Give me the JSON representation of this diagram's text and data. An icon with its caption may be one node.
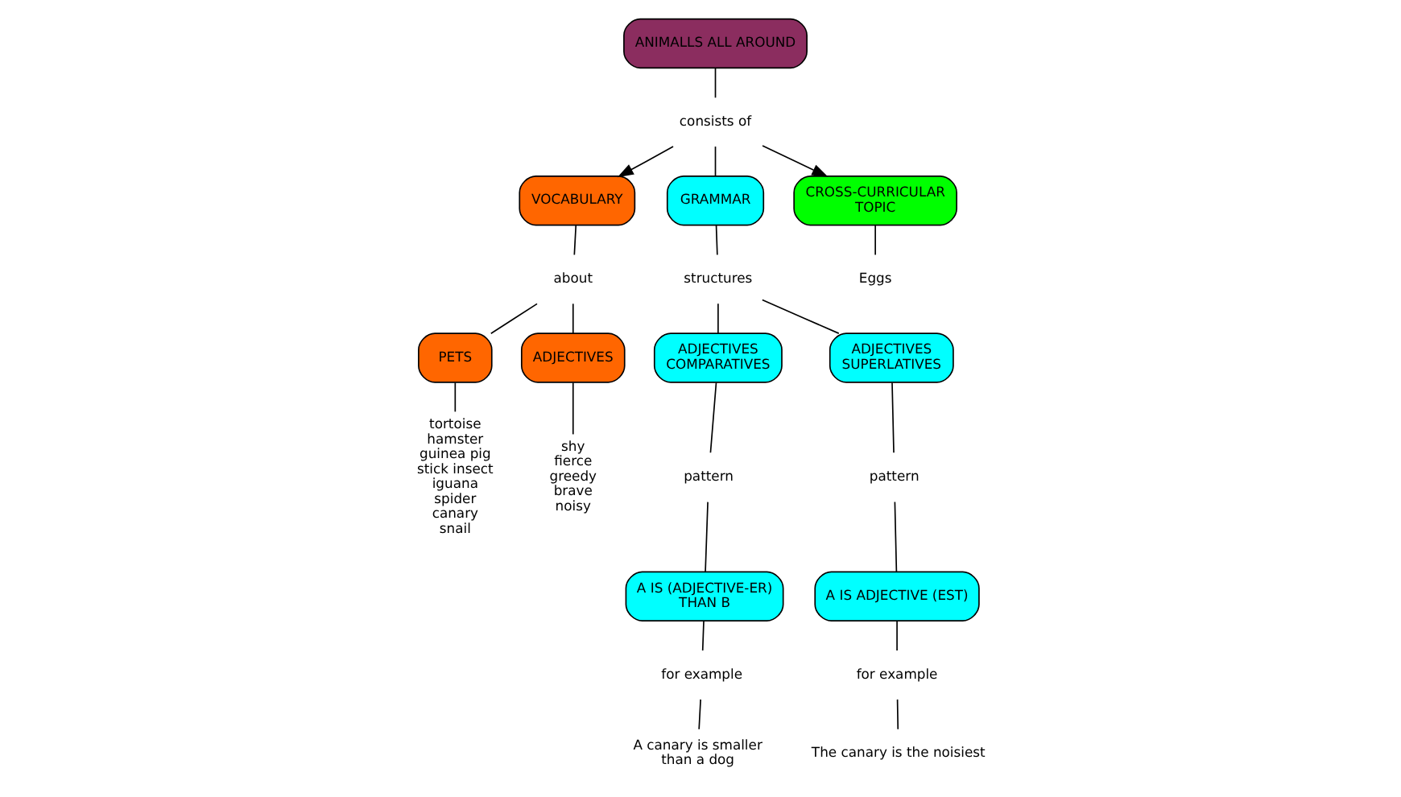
{
  "diagram": {
    "nodes": [
      {
        "text": [
          "ANIMALLS ALL AROUND"
        ]
      },
      {
        "text": [
          "consists of"
        ]
      },
      {
        "text": [
          "VOCABULARY"
        ]
      },
      {
        "text": [
          "GRAMMAR"
        ]
      },
      {
        "text": [
          "CROSS-CURRICULAR TOPIC"
        ]
      },
      {
        "text": [
          "about"
        ]
      },
      {
        "text": [
          "PETS"
        ]
      },
      {
        "text": [
          "ADJECTIVES"
        ]
      },
      {
        "text": [
          "tortoise hamster guinea pig stick insect iguana spider canary snail"
        ]
      },
      {
        "text": [
          "shy fierce greedy brave noisy"
        ]
      },
      {
        "text": [
          "structures"
        ]
      },
      {
        "text": [
          "ADJECTIVES COMPARATIVES"
        ]
      },
      {
        "text": [
          "ADJECTIVES SUPERLATIVES"
        ]
      },
      {
        "text": [
          "pattern"
        ]
      },
      {
        "text": [
          "pattern"
        ]
      },
      {
        "text": [
          "A IS (ADJECTIVE-ER) THAN B"
        ]
      },
      {
        "text": [
          "A IS ADJECTIVE (EST)"
        ]
      },
      {
        "text": [
          "for example"
        ]
      },
      {
        "text": [
          "for example"
        ]
      },
      {
        "text": [
          "A canary is smaller than a dog"
        ]
      },
      {
        "text": [
          "The canary is the noisiest"
        ]
      },
      {
        "text": [
          "Eggs"
        ]
      }
    ],
    "edges": [
      {
        "from": 0,
        "to": 1,
        "arrow": "none"
      },
      {
        "from": 1,
        "to": 2,
        "arrow": "to"
      },
      {
        "from": 1,
        "to": 3,
        "arrow": "none"
      },
      {
        "from": 1,
        "to": 4,
        "arrow": "to"
      },
      {
        "from": 2,
        "to": 5,
        "arrow": "none"
      },
      {
        "from": 5,
        "to": 6,
        "arrow": "none"
      },
      {
        "from": 5,
        "to": 7,
        "arrow": "none"
      },
      {
        "from": 6,
        "to": 8,
        "arrow": "none"
      },
      {
        "from": 7,
        "to": 9,
        "arrow": "none"
      },
      {
        "from": 3,
        "to": 10,
        "arrow": "none"
      },
      {
        "from": 10,
        "to": 11,
        "arrow": "none"
      },
      {
        "from": 10,
        "to": 12,
        "arrow": "none"
      },
      {
        "from": 11,
        "to": 13,
        "arrow": "none"
      },
      {
        "from": 13,
        "to": 15,
        "arrow": "none"
      },
      {
        "from": 12,
        "to": 14,
        "arrow": "none"
      },
      {
        "from": 14,
        "to": 16,
        "arrow": "none"
      },
      {
        "from": 15,
        "to": 17,
        "arrow": "none"
      },
      {
        "from": 17,
        "to": 19,
        "arrow": "none"
      },
      {
        "from": 16,
        "to": 18,
        "arrow": "none"
      },
      {
        "from": 18,
        "to": 20,
        "arrow": "none"
      },
      {
        "from": 4,
        "to": 21,
        "arrow": "none"
      }
    ]
  }
}
